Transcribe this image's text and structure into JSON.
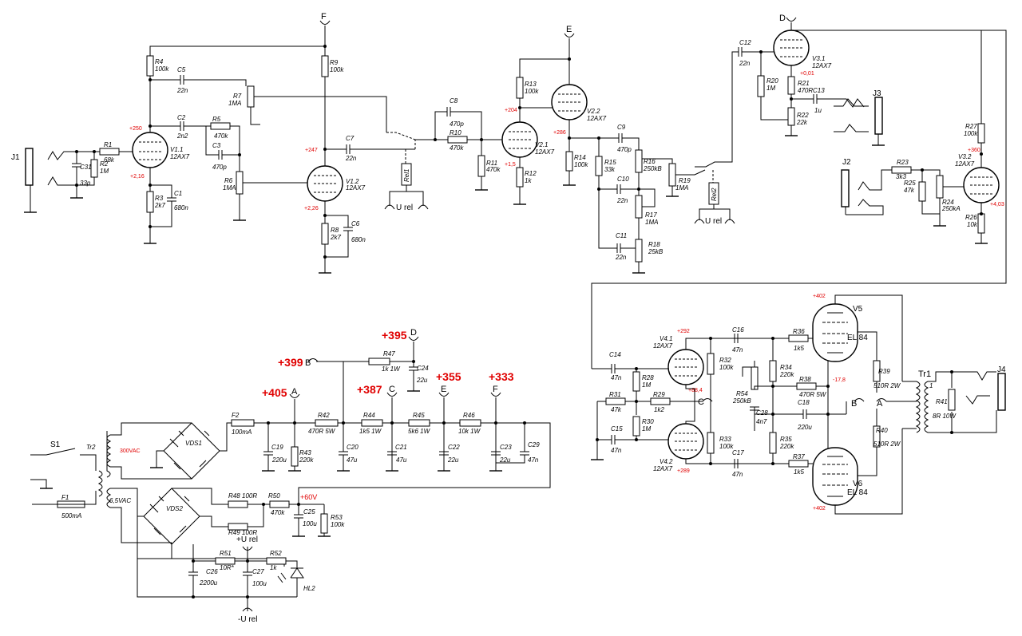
{
  "tubes": {
    "v11": {
      "ref": "V1.1",
      "type": "12AX7"
    },
    "v12": {
      "ref": "V1.2",
      "type": "12AX7"
    },
    "v21": {
      "ref": "V2.1",
      "type": "12AX7"
    },
    "v22": {
      "ref": "V2.2",
      "type": "12AX7"
    },
    "v31": {
      "ref": "V3.1",
      "type": "12AX7"
    },
    "v32": {
      "ref": "V3.2",
      "type": "12AX7"
    },
    "v41": {
      "ref": "V4.1",
      "type": "12AX7"
    },
    "v42": {
      "ref": "V4.2",
      "type": "12AX7"
    },
    "v5": {
      "ref": "V5",
      "type": "EL 84"
    },
    "v6": {
      "ref": "V6",
      "type": "EL 84"
    }
  },
  "resistors": {
    "r1": [
      "R1",
      "68k"
    ],
    "r2": [
      "R2",
      "1M"
    ],
    "r3": [
      "R3",
      "2k7"
    ],
    "r4": [
      "R4",
      "100k"
    ],
    "r5": [
      "R5",
      "470k"
    ],
    "r6": [
      "R6",
      "1MA"
    ],
    "r7": [
      "R7",
      "1MA"
    ],
    "r8": [
      "R8",
      "2k7"
    ],
    "r9": [
      "R9",
      "100k"
    ],
    "r10": [
      "R10",
      "470k"
    ],
    "r11": [
      "R11",
      "470k"
    ],
    "r12": [
      "R12",
      "1k"
    ],
    "r13": [
      "R13",
      "100k"
    ],
    "r14": [
      "R14",
      "100k"
    ],
    "r15": [
      "R15",
      "33k"
    ],
    "r16": [
      "R16",
      "250kB"
    ],
    "r17": [
      "R17",
      "1MA"
    ],
    "r18": [
      "R18",
      "25kB"
    ],
    "r19": [
      "R19",
      "1MA"
    ],
    "r20": [
      "R20",
      "1M"
    ],
    "r21": [
      "R21",
      "470R"
    ],
    "r22": [
      "R22",
      "22k"
    ],
    "r23": [
      "R23",
      "3k3"
    ],
    "r24": [
      "R24",
      "250kA"
    ],
    "r25": [
      "R25",
      "47k"
    ],
    "r26": [
      "R26",
      "10k"
    ],
    "r27": [
      "R27",
      "100k"
    ],
    "r28": [
      "R28",
      "1M"
    ],
    "r29": [
      "R29",
      "1k2"
    ],
    "r30": [
      "R30",
      "1M"
    ],
    "r31": [
      "R31",
      "47k"
    ],
    "r32": [
      "R32",
      "100k"
    ],
    "r33": [
      "R33",
      "100k"
    ],
    "r34": [
      "R34",
      "220k"
    ],
    "r35": [
      "R35",
      "220k"
    ],
    "r36": [
      "R36",
      "1k5"
    ],
    "r37": [
      "R37",
      "1k5"
    ],
    "r38": [
      "R38",
      "470R 5W"
    ],
    "r39": [
      "R39",
      "510R 2W"
    ],
    "r40": [
      "R40",
      "510R 2W"
    ],
    "r41": [
      "R41",
      "8R 10W"
    ],
    "r42": [
      "R42",
      "470R 5W"
    ],
    "r43": [
      "R43",
      "220k"
    ],
    "r44": [
      "R44",
      "1k5 1W"
    ],
    "r45": [
      "R45",
      "5k6 1W"
    ],
    "r46": [
      "R46",
      "10k 1W"
    ],
    "r47": [
      "R47",
      "1k 1W"
    ],
    "r48": [
      "R48",
      "100R"
    ],
    "r49": [
      "R49",
      "100R"
    ],
    "r50": [
      "R50",
      "470k"
    ],
    "r51": [
      "R51",
      "10R*"
    ],
    "r52": [
      "R52",
      "1k"
    ],
    "r53": [
      "R53",
      "100k"
    ],
    "r54": [
      "R54",
      "250kB"
    ]
  },
  "capacitors": {
    "c1": [
      "C1",
      "680n"
    ],
    "c2": [
      "C2",
      "2n2"
    ],
    "c3": [
      "C3",
      "470p"
    ],
    "c5": [
      "C5",
      "22n"
    ],
    "c6": [
      "C6",
      "680n"
    ],
    "c7": [
      "C7",
      "22n"
    ],
    "c8": [
      "C8",
      "470p"
    ],
    "c9": [
      "C9",
      "470p"
    ],
    "c10": [
      "C10",
      "22n"
    ],
    "c11": [
      "C11",
      "22n"
    ],
    "c12": [
      "C12",
      "22n"
    ],
    "c13": [
      "C13",
      "1u"
    ],
    "c14": [
      "C14",
      "47n"
    ],
    "c15": [
      "C15",
      "47n"
    ],
    "c16": [
      "C16",
      "47n"
    ],
    "c17": [
      "C17",
      "47n"
    ],
    "c18": [
      "C18",
      "220u"
    ],
    "c19": [
      "C19",
      "220u"
    ],
    "c20": [
      "C20",
      "47u"
    ],
    "c21": [
      "C21",
      "47u"
    ],
    "c22": [
      "C22",
      "22u"
    ],
    "c23": [
      "C23",
      "22u"
    ],
    "c24": [
      "C24",
      "22u"
    ],
    "c25": [
      "C25",
      "100u"
    ],
    "c26": [
      "C26",
      "2200u"
    ],
    "c27": [
      "C27",
      "100u"
    ],
    "c28": [
      "C28",
      "4n7"
    ],
    "c29": [
      "C29",
      "47n"
    ],
    "c31": [
      "C31",
      "33p"
    ]
  },
  "jacks": {
    "j1": "J1",
    "j2": "J2",
    "j3": "J3",
    "j4": "J4"
  },
  "relays": {
    "rel1": "Rel1",
    "rel2": "Rel2",
    "urel": "U rel",
    "plus_urel": "+U rel",
    "minus_urel": "-U rel"
  },
  "power": {
    "tr1": "Tr1",
    "tr2": "Tr2",
    "s1": "S1",
    "f1": "F1",
    "f1_val": "500mA",
    "f2": "F2",
    "f2_val": "100mA",
    "vds1": "VDS1",
    "vds2": "VDS2",
    "hl2": "HL2",
    "v300": "300VAC",
    "v65": "6,5VAC",
    "tr1_tap": "1"
  },
  "rail_voltages": {
    "v405": "+405",
    "v399": "+399",
    "v395": "+395",
    "v387": "+387",
    "v355": "+355",
    "v333": "+333",
    "v60": "+60V"
  },
  "node_voltages": {
    "n250": "+250",
    "n216": "+2,16",
    "n247": "+247",
    "n226": "+2,26",
    "n204": "+204",
    "n15": "+1,5",
    "n286": "+286",
    "n001": "+0,01",
    "n360": "+360",
    "n403": "+4,03",
    "n292": "+292",
    "n884": "+88,4",
    "n289": "+289",
    "n402a": "+402",
    "n402b": "+402",
    "n178": "-17,8"
  },
  "connectors": {
    "a": "A",
    "b": "B",
    "c": "C",
    "d": "D",
    "e": "E",
    "f": "F"
  }
}
